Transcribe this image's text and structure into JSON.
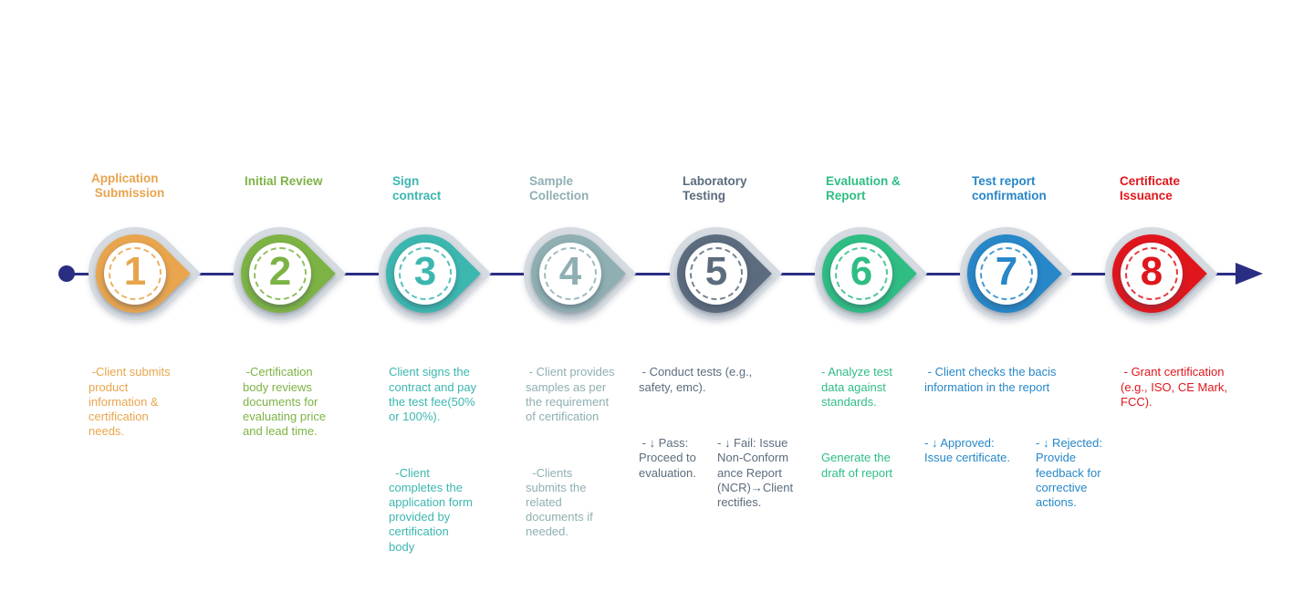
{
  "diagram": {
    "line_color": "#2A2E83",
    "ring_color": "#D5DBE1",
    "marker_shape": "teardrop-pin-pointing-right"
  },
  "steps": [
    {
      "num": "1",
      "color": "#E8A54E",
      "title": "Application\n Submission",
      "paras": [
        " -Client submits\nproduct\ninformation &\ncertification\nneeds."
      ]
    },
    {
      "num": "2",
      "color": "#7DB345",
      "title": "Initial Review",
      "paras": [
        " -Certification\nbody reviews\ndocuments for\nevaluating price\nand lead time."
      ]
    },
    {
      "num": "3",
      "color": "#3CB7AF",
      "title": "Sign\ncontract",
      "paras": [
        "Client signs the\ncontract and pay\nthe test fee(50%\nor 100%).",
        "  -Client\ncompletes the\napplication form\nprovided by\ncertification\nbody"
      ]
    },
    {
      "num": "4",
      "color": "#8FAFB2",
      "title": "Sample\nCollection",
      "paras": [
        " - Client provides\nsamples as per\nthe requirement\nof certification",
        "  -Clients\nsubmits the\nrelated\ndocuments if\nneeded."
      ]
    },
    {
      "num": "5",
      "color": "#5C6C7E",
      "title": "Laboratory\nTesting",
      "paras": [
        " - Conduct tests (e.g.,\nsafety, emc)."
      ],
      "col_a": " - ↓ Pass:\nProceed to\nevaluation.",
      "col_b": "- ↓ Fail: Issue\nNon-Conform\nance Report\n(NCR)→Client\nrectifies."
    },
    {
      "num": "6",
      "color": "#2FBD83",
      "title": "Evaluation &\nReport",
      "paras": [
        "- Analyze test\ndata against\nstandards.",
        "Generate the\ndraft of report"
      ]
    },
    {
      "num": "7",
      "color": "#2787C8",
      "title": "Test report\nconfirmation",
      "paras": [
        " - Client checks the bacis\ninformation in the report"
      ],
      "col_a": "- ↓ Approved:\nIssue certificate.",
      "col_b": "- ↓ Rejected:\nProvide\nfeedback for\ncorrective\nactions."
    },
    {
      "num": "8",
      "color": "#E0161C",
      "title": "Certificate\nIssuance",
      "paras": [
        " - Grant certification\n(e.g., ISO, CE Mark,\nFCC)."
      ]
    }
  ]
}
